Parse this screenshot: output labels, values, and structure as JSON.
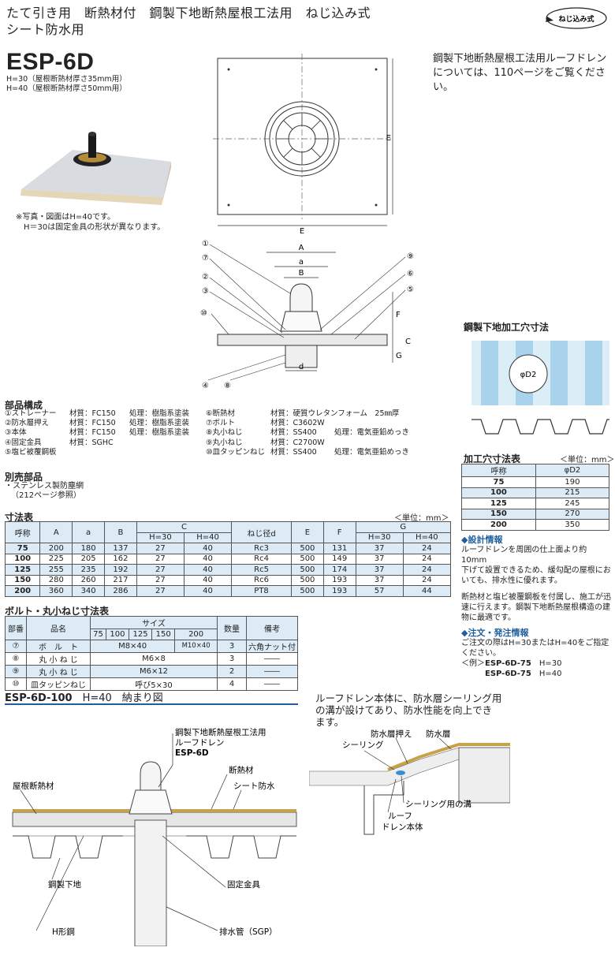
{
  "header": {
    "line1": "たて引き用　断熱材付　鋼製下地断熱屋根工法用　ねじ込み式",
    "line2": "シート防水用",
    "badge": "ねじ込み式"
  },
  "model": "ESP-6D",
  "subtitles": [
    "H=30（屋根断熱材厚さ35mm用）",
    "H=40（屋根断熱材厚さ50mm用）"
  ],
  "photo_notes": [
    "※写真・図面はH=40です。",
    "　H＝30は固定金具の形状が異なります。"
  ],
  "reference_note": [
    "鋼製下地断熱屋根工法用ルーフドレン",
    "については、110ページをご覧ください。"
  ],
  "top_view": {
    "dim_e1": "E",
    "dim_e2": "E"
  },
  "section_labels": {
    "n1": "①",
    "n7": "⑦",
    "n2": "②",
    "n3": "③",
    "n10": "⑩",
    "n4": "④",
    "n8": "⑧",
    "n9": "⑨",
    "n6": "⑥",
    "n5": "⑤",
    "A": "A",
    "a": "a",
    "B": "B",
    "F": "F",
    "G": "G",
    "C": "C",
    "d": "d"
  },
  "hole": {
    "title": "鋼製下地加工穴寸法",
    "label": "φD2"
  },
  "parts": {
    "title": "部品構成",
    "left": [
      {
        "name": "①ストレーナー",
        "mat": "材質：FC150",
        "proc": "処理：樹脂系塗装"
      },
      {
        "name": "②防水層押え",
        "mat": "材質：FC150",
        "proc": "処理：樹脂系塗装"
      },
      {
        "name": "③本体",
        "mat": "材質：FC150",
        "proc": "処理：樹脂系塗装"
      },
      {
        "name": "④固定金具",
        "mat": "材質：SGHC",
        "proc": ""
      },
      {
        "name": "⑤塩ビ被覆鋼板",
        "mat": "",
        "proc": ""
      }
    ],
    "right": [
      {
        "name": "⑥断熱材",
        "mat": "材質：硬質ウレタンフォーム　25㎜厚",
        "proc": ""
      },
      {
        "name": "⑦ボルト",
        "mat": "材質：C3602W",
        "proc": ""
      },
      {
        "name": "⑧丸小ねじ",
        "mat": "材質：SS400",
        "proc": "処理：電気亜鉛めっき"
      },
      {
        "name": "⑨丸小ねじ",
        "mat": "材質：C2700W",
        "proc": ""
      },
      {
        "name": "⑩皿タッピンねじ",
        "mat": "材質：SS400",
        "proc": "処理：電気亜鉛めっき"
      }
    ]
  },
  "separate": {
    "title": "別売部品",
    "items": [
      "・ステンレス製防塵網",
      "（212ページ参照）"
    ]
  },
  "dims": {
    "title": "寸法表",
    "unit": "＜単位：mm＞",
    "headers": [
      "呼称",
      "A",
      "a",
      "B",
      "C",
      "ねじ径d",
      "E",
      "F",
      "G"
    ],
    "sub": [
      "H=30",
      "H=40",
      "H=30",
      "H=40"
    ],
    "rows": [
      [
        "75",
        "200",
        "180",
        "137",
        "27",
        "40",
        "Rc3",
        "500",
        "131",
        "37",
        "24"
      ],
      [
        "100",
        "225",
        "205",
        "162",
        "27",
        "40",
        "Rc4",
        "500",
        "149",
        "37",
        "24"
      ],
      [
        "125",
        "255",
        "235",
        "192",
        "27",
        "40",
        "Rc5",
        "500",
        "174",
        "37",
        "24"
      ],
      [
        "150",
        "280",
        "260",
        "217",
        "27",
        "40",
        "Rc6",
        "500",
        "193",
        "37",
        "24"
      ],
      [
        "200",
        "360",
        "340",
        "286",
        "27",
        "40",
        "PT8",
        "500",
        "193",
        "57",
        "44"
      ]
    ]
  },
  "holes_table": {
    "title": "加工穴寸法表",
    "unit": "＜単位：mm＞",
    "headers": [
      "呼称",
      "φD2"
    ],
    "rows": [
      [
        "75",
        "190"
      ],
      [
        "100",
        "215"
      ],
      [
        "125",
        "245"
      ],
      [
        "150",
        "270"
      ],
      [
        "200",
        "350"
      ]
    ]
  },
  "bolts": {
    "title": "ボルト・丸小ねじ寸法表",
    "h_part": "部番",
    "h_name": "品名",
    "h_size": "サイズ",
    "h_qty": "数量",
    "h_note": "備考",
    "sizes": [
      "75",
      "100",
      "125",
      "150",
      "200"
    ],
    "rows": [
      {
        "no": "⑦",
        "name": "ボ　ル　ト",
        "size": "M8×40",
        "size2": "M10×40",
        "qty": "3",
        "note": "六角ナット付"
      },
      {
        "no": "⑧",
        "name": "丸 小 ね じ",
        "size": "M6×8",
        "size2": "",
        "qty": "3",
        "note": "――"
      },
      {
        "no": "⑨",
        "name": "丸 小 ね じ",
        "size": "M6×12",
        "size2": "",
        "qty": "2",
        "note": "――"
      },
      {
        "no": "⑩",
        "name": "皿タッピンねじ",
        "size": "呼び5×30",
        "size2": "",
        "qty": "4",
        "note": "――"
      }
    ]
  },
  "design": {
    "title": "◆設計情報",
    "p1": [
      "ルーフドレンを周囲の仕上面より約10mm",
      "下げて設置できるため、緩勾配の屋根にお",
      "いても、排水性に優れます。"
    ],
    "p2": [
      "断熱材と塩ビ被覆鋼板を付属し、施工が迅",
      "速に行えます。鋼製下地断熱屋根構造の建",
      "物に最適です。"
    ]
  },
  "order": {
    "title": "◆注文・発注情報",
    "lines": [
      "ご注文の際はH=30またはH=40をご指定",
      "ください。"
    ],
    "ex_label": "＜例＞",
    "ex1": "ESP-6D-75",
    "ex1h": "H=30",
    "ex2": "ESP-6D-75",
    "ex2h": "H=40"
  },
  "install": {
    "title_model": "ESP-6D-100",
    "title_rest": "H=40　納まり図",
    "l_drain1": "鋼製下地断熱屋根工法用",
    "l_drain2": "ルーフドレン",
    "l_drain3": "ESP-6D",
    "l_insul": "断熱材",
    "l_roofins": "屋根断熱材",
    "l_sheet": "シート防水",
    "l_steel": "鋼製下地",
    "l_fix": "固定金具",
    "l_h": "H形鋼",
    "l_pipe": "排水管（SGP）"
  },
  "seal": {
    "text": [
      "ルーフドレン本体に、防水層シーリング用",
      "の溝が設けてあり、防水性能を向上でき",
      "ます。"
    ],
    "l_press": "防水層押え",
    "l_layer": "防水層",
    "l_seal": "シーリング",
    "l_groove": "シーリング用の溝",
    "l_body1": "ルーフ",
    "l_body2": "ドレン本体"
  },
  "colors": {
    "accent": "#1f5f9e",
    "highlight": "#dcebf6",
    "gold": "#c8a24a"
  }
}
